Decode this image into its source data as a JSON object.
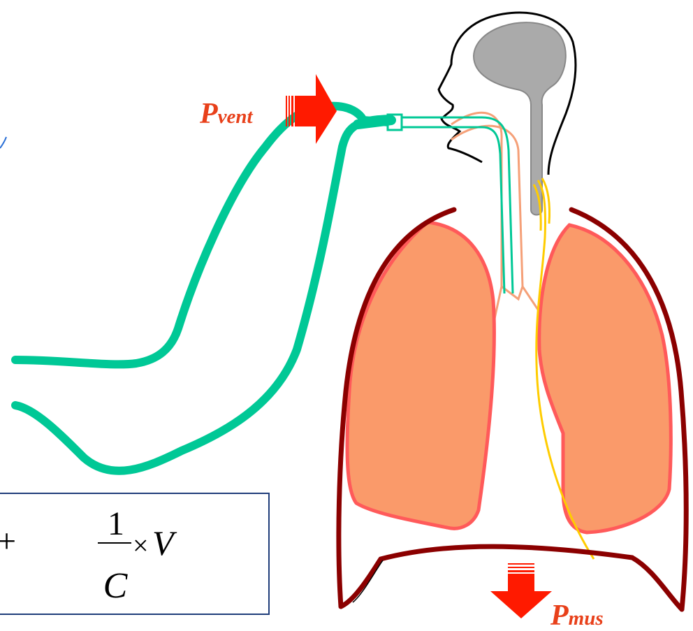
{
  "labels": {
    "p_vent_main": "P",
    "p_vent_sub": "vent",
    "p_mus_main": "P",
    "p_mus_sub": "mus"
  },
  "equation": {
    "plus": "+",
    "numerator": "1",
    "denominator": "C",
    "times": "×",
    "variable": "V"
  },
  "colors": {
    "tubing": "#00c896",
    "arrow": "#ff1a00",
    "label": "#e8401a",
    "chest_wall": "#8b0000",
    "lung_fill": "#fa9a6a",
    "lung_outline": "#ff5a5a",
    "airway": "#f5a078",
    "nerve": "#ffcc00",
    "head_fill": "#aaaaaa",
    "box_border": "#1f3d7a"
  }
}
